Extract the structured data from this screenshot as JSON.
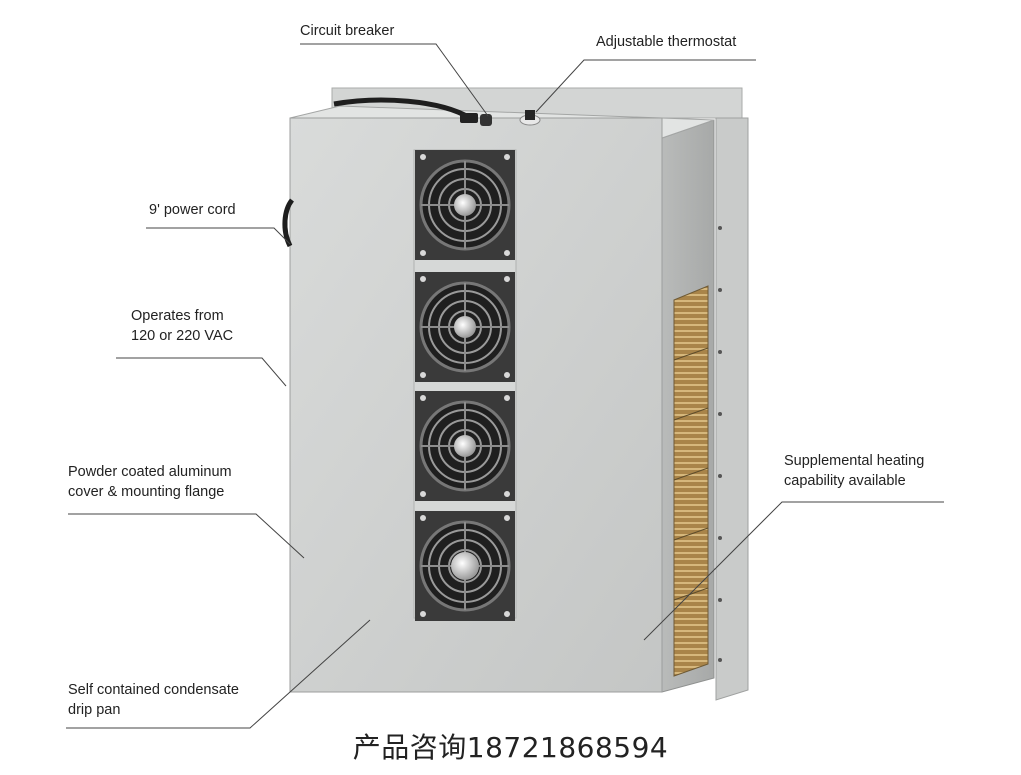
{
  "callouts": {
    "circuit_breaker": "Circuit breaker",
    "thermostat": "Adjustable thermostat",
    "power_cord": "9' power cord",
    "operates_line1": "Operates from",
    "operates_line2": "120 or 220 VAC",
    "cover_line1": "Powder coated aluminum",
    "cover_line2": "cover & mounting flange",
    "heating_line1": "Supplemental heating",
    "heating_line2": "capability available",
    "drip_line1": "Self contained condensate",
    "drip_line2": "drip pan"
  },
  "footer": {
    "contact": "产品咨询18721868594"
  },
  "product": {
    "fan_count": 4,
    "colors": {
      "body": "#cfd1d0",
      "side": "#b7b9b8",
      "fin": "#b8965a",
      "fan_dark": "#2b2b2b"
    }
  }
}
